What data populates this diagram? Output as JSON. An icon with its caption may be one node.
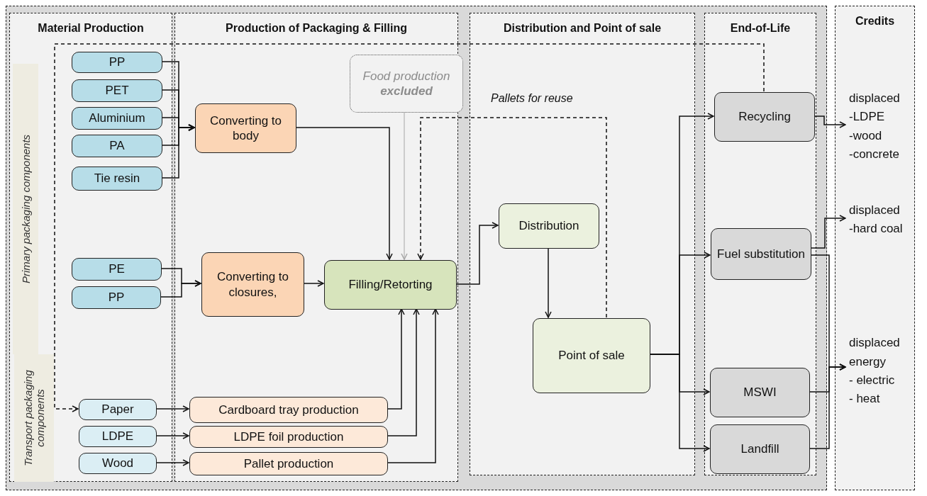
{
  "diagram": {
    "nodes": [
      {
        "text": [
          "Material Production"
        ]
      },
      {
        "text": [
          "PP"
        ],
        "in": 0
      },
      {
        "text": [
          "PET"
        ],
        "in": 0
      },
      {
        "text": [
          "Aluminium"
        ],
        "in": 0
      },
      {
        "text": [
          "PA"
        ],
        "in": 0
      },
      {
        "text": [
          "Tie resin"
        ],
        "in": 0
      },
      {
        "text": [
          "PE"
        ],
        "in": 0
      },
      {
        "text": [
          "PP"
        ],
        "in": 0
      },
      {
        "text": [
          "Paper"
        ],
        "in": 0
      },
      {
        "text": [
          "LDPE"
        ],
        "in": 0
      },
      {
        "text": [
          "Wood"
        ],
        "in": 0
      },
      {
        "text": [
          "Production of Packaging & Filling"
        ]
      },
      {
        "text": [
          "Converting to body"
        ],
        "in": 11
      },
      {
        "text": [
          "Food production **excluded**"
        ],
        "in": 11
      },
      {
        "text": [
          "Converting to closures,"
        ],
        "in": 11
      },
      {
        "text": [
          "Filling/Retorting"
        ],
        "in": 11
      },
      {
        "text": [
          "Cardboard tray production"
        ],
        "in": 11
      },
      {
        "text": [
          "LDPE foil production"
        ],
        "in": 11
      },
      {
        "text": [
          "Pallet production"
        ],
        "in": 11
      },
      {
        "text": [
          "Distribution and Point of sale"
        ]
      },
      {
        "text": [
          "Distribution"
        ],
        "in": 19
      },
      {
        "text": [
          "Point of sale"
        ],
        "in": 19
      },
      {
        "text": [
          "End-of-Life"
        ]
      },
      {
        "text": [
          "Recycling"
        ],
        "in": 22
      },
      {
        "text": [
          "Fuel substitution"
        ],
        "in": 22
      },
      {
        "text": [
          "MSWI"
        ],
        "in": 22
      },
      {
        "text": [
          "Landfill"
        ],
        "in": 22
      },
      {
        "text": [
          "Credits"
        ]
      },
      {
        "text": [
          "displaced -LDPE -wood -concrete"
        ],
        "in": 27
      },
      {
        "text": [
          "displaced -hard coal"
        ],
        "in": 27
      },
      {
        "text": [
          "displaced energy - electric - heat"
        ],
        "in": 27
      }
    ],
    "edges": [
      {
        "from": 1,
        "to": 12,
        "arrow": "to"
      },
      {
        "from": 2,
        "to": 12,
        "arrow": "to"
      },
      {
        "from": 3,
        "to": 12,
        "arrow": "to"
      },
      {
        "from": 4,
        "to": 12,
        "arrow": "to"
      },
      {
        "from": 5,
        "to": 12,
        "arrow": "to"
      },
      {
        "from": 6,
        "to": 14,
        "arrow": "to"
      },
      {
        "from": 7,
        "to": 14,
        "arrow": "to"
      },
      {
        "from": 8,
        "to": 16,
        "arrow": "to"
      },
      {
        "from": 9,
        "to": 17,
        "arrow": "to"
      },
      {
        "from": 10,
        "to": 18,
        "arrow": "to"
      },
      {
        "from": 12,
        "to": 15,
        "arrow": "to"
      },
      {
        "from": 13,
        "to": 15,
        "arrow": "to",
        "color": "#a6a6a6"
      },
      {
        "from": 14,
        "to": 15,
        "arrow": "to"
      },
      {
        "from": 16,
        "to": 15,
        "arrow": "to"
      },
      {
        "from": 17,
        "to": 15,
        "arrow": "to"
      },
      {
        "from": 18,
        "to": 15,
        "arrow": "to"
      },
      {
        "from": 15,
        "to": 20,
        "arrow": "to"
      },
      {
        "from": 20,
        "to": 21,
        "arrow": "to"
      },
      {
        "from": 21,
        "to": 15,
        "arrow": "to",
        "style": "dashed",
        "label": "Pallets for reuse"
      },
      {
        "from": 21,
        "to": 23,
        "arrow": "to"
      },
      {
        "from": 21,
        "to": 24,
        "arrow": "to"
      },
      {
        "from": 21,
        "to": 25,
        "arrow": "to"
      },
      {
        "from": 21,
        "to": 26,
        "arrow": "to"
      },
      {
        "from": 23,
        "to": 8,
        "arrow": "to",
        "style": "dashed"
      },
      {
        "from": 23,
        "to": 28,
        "arrow": "to"
      },
      {
        "from": 24,
        "to": 29,
        "arrow": "to"
      },
      {
        "from": 24,
        "to": 30,
        "arrow": "to"
      },
      {
        "from": 25,
        "to": 30,
        "arrow": "to"
      },
      {
        "from": 26,
        "to": 30,
        "arrow": "to"
      }
    ],
    "labels": [
      "Primary packaging components",
      "Transport packaging components"
    ]
  }
}
